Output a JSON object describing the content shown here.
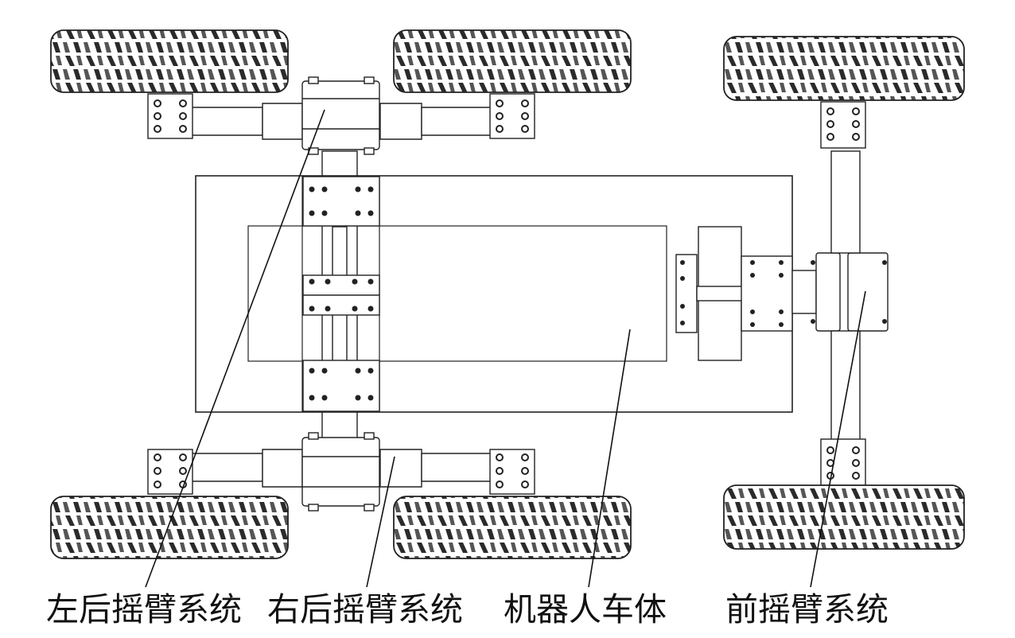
{
  "labels": {
    "left_rear": "左后摇臂系统",
    "right_rear": "右后摇臂系统",
    "body": "机器人车体",
    "front": "前摇臂系统"
  },
  "colors": {
    "line": "#222222",
    "tread": "#3a3a3a",
    "background": "#ffffff"
  }
}
